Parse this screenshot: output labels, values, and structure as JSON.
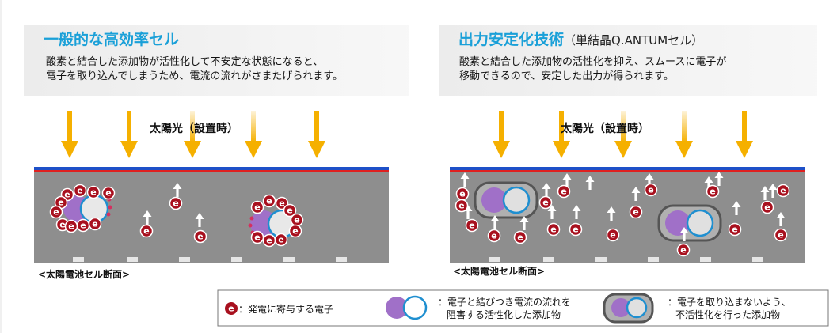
{
  "left_panel": {
    "title": "一般的な高効率セル",
    "desc_line1": "酸素と結合した添加物が活性化して不安定な状態になると、",
    "desc_line2": "電子を取り込んでしまうため、電流の流れがさまたげられます。",
    "sunlight_label": "太陽光（設置時）",
    "section_label": "<太陽電池セル断面>"
  },
  "right_panel": {
    "title": "出力安定化技術",
    "title_sub": "（単結晶Q.ANTUMセル）",
    "desc_line1": "酸素と結合した添加物の活性化を抑え、スムースに電子が",
    "desc_line2": "移動できるので、安定した出力が得られます。",
    "sunlight_label": "太陽光（設置時）",
    "section_label": "<太陽電池セル断面>"
  },
  "electron_glyph": "e",
  "legend": {
    "electron": "：発電に寄与する電子",
    "active_line1": "：電子と結びつき電流の流れを",
    "active_line2": "阻害する活性化した添加物",
    "inactive_line1": "：電子を取り込まないよう、",
    "inactive_line2": "不活性化を行った添加物"
  },
  "colors": {
    "title": "#1aa0d8",
    "arrow": "#f5b000",
    "electron": "#a8101e",
    "additive_purple": "#a070c8",
    "additive_blue": "#1f8fd0",
    "cell_gray": "#8e8e8e",
    "header_bg": "#eaeaea",
    "top_blue": "#1e50c8",
    "top_red": "#e0201f"
  }
}
